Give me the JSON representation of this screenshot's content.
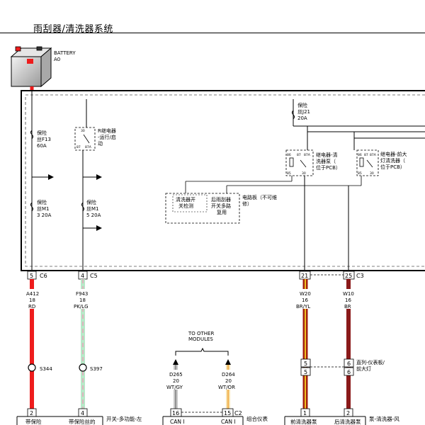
{
  "header": {
    "title": "雨刮器/清洗器系统"
  },
  "battery": {
    "name": "BATTERY",
    "code": "A0"
  },
  "fuses": [
    {
      "line1": "保险",
      "line2": "丝F13",
      "line3": "60A"
    },
    {
      "line1": "保险",
      "line2": "丝M1",
      "line3": "3 20A"
    },
    {
      "line1": "保险",
      "line2": "丝M1",
      "line3": "5 20A"
    },
    {
      "line1": "保险",
      "line2": "丝J21",
      "line3": "20A"
    }
  ],
  "run_relay": {
    "label1": "R继电器",
    "label2": "-运行/启",
    "label3": "动",
    "pin_top": "30",
    "pin_87": "87",
    "pin_87a": "87A"
  },
  "relay_pump": {
    "label1": "继电器-清",
    "label2": "洗器泵（",
    "label3": "位于PCB）",
    "pins": [
      "86",
      "87",
      "87A",
      "85",
      "30"
    ]
  },
  "relay_headlamp": {
    "label1": "继电器-前大",
    "label2": "灯清洗器（",
    "label3": "位于PCB）",
    "pins": [
      "86",
      "87",
      "87A",
      "85",
      "30"
    ]
  },
  "modules": [
    {
      "label1": "清洗器开",
      "label2": "关检测"
    },
    {
      "label1": "后雨刮器",
      "label2": "开关多路",
      "label3": "复用"
    }
  ],
  "circuit_board_note": {
    "line1": "电路板（不可维",
    "line2": "修）"
  },
  "connectors_top": [
    {
      "pin": "5",
      "conn": "C6"
    },
    {
      "pin": "4",
      "conn": "C5"
    },
    {
      "pin": "21",
      "conn": ""
    },
    {
      "pin": "25",
      "conn": "C3"
    }
  ],
  "wires": [
    {
      "code": "A412",
      "gauge": "18",
      "color": "RD"
    },
    {
      "code": "F943",
      "gauge": "18",
      "color": "PK/LG"
    },
    {
      "code": "W20",
      "gauge": "16",
      "color": "BR/YL"
    },
    {
      "code": "W10",
      "gauge": "16",
      "color": "BR"
    },
    {
      "code": "D265",
      "gauge": "20",
      "color": "WT/GY"
    },
    {
      "code": "D264",
      "gauge": "20",
      "color": "WT/OR"
    }
  ],
  "splices": [
    {
      "label": "S344"
    },
    {
      "label": "S397"
    }
  ],
  "other_modules": {
    "line1": "TO OTHER",
    "line2": "MODULES"
  },
  "inline_connector": {
    "top_pins": [
      "5",
      "6"
    ],
    "bottom_pins": [
      "5",
      "6"
    ],
    "label1": "直列-仪表板/",
    "label2": "前大灯"
  },
  "connectors_bottom": [
    {
      "pin": "2",
      "conn": ""
    },
    {
      "pin": "4",
      "conn": ""
    },
    {
      "pin": "16",
      "conn": ""
    },
    {
      "pin": "15",
      "conn": "C2"
    },
    {
      "pin": "1",
      "conn": ""
    },
    {
      "pin": "2",
      "conn": ""
    }
  ],
  "bottom_labels": {
    "box1": "带保险",
    "box2": "带保险丝的",
    "switch": "开关-多功能-左",
    "can1": "CAN I",
    "can2": "CAN I",
    "cluster": "组合仪表",
    "front_pump": "前清洗器泵",
    "rear_pump": "后清洗器泵",
    "pump_note": "泵-清洗器-风"
  },
  "colors": {
    "red": "#ee1c1c",
    "light_green": "#b8e8c8",
    "brown": "#8a1a1a",
    "yellow": "#f0c020",
    "white_gray": "#c8c8c8",
    "white_orange": "#f0a030"
  }
}
